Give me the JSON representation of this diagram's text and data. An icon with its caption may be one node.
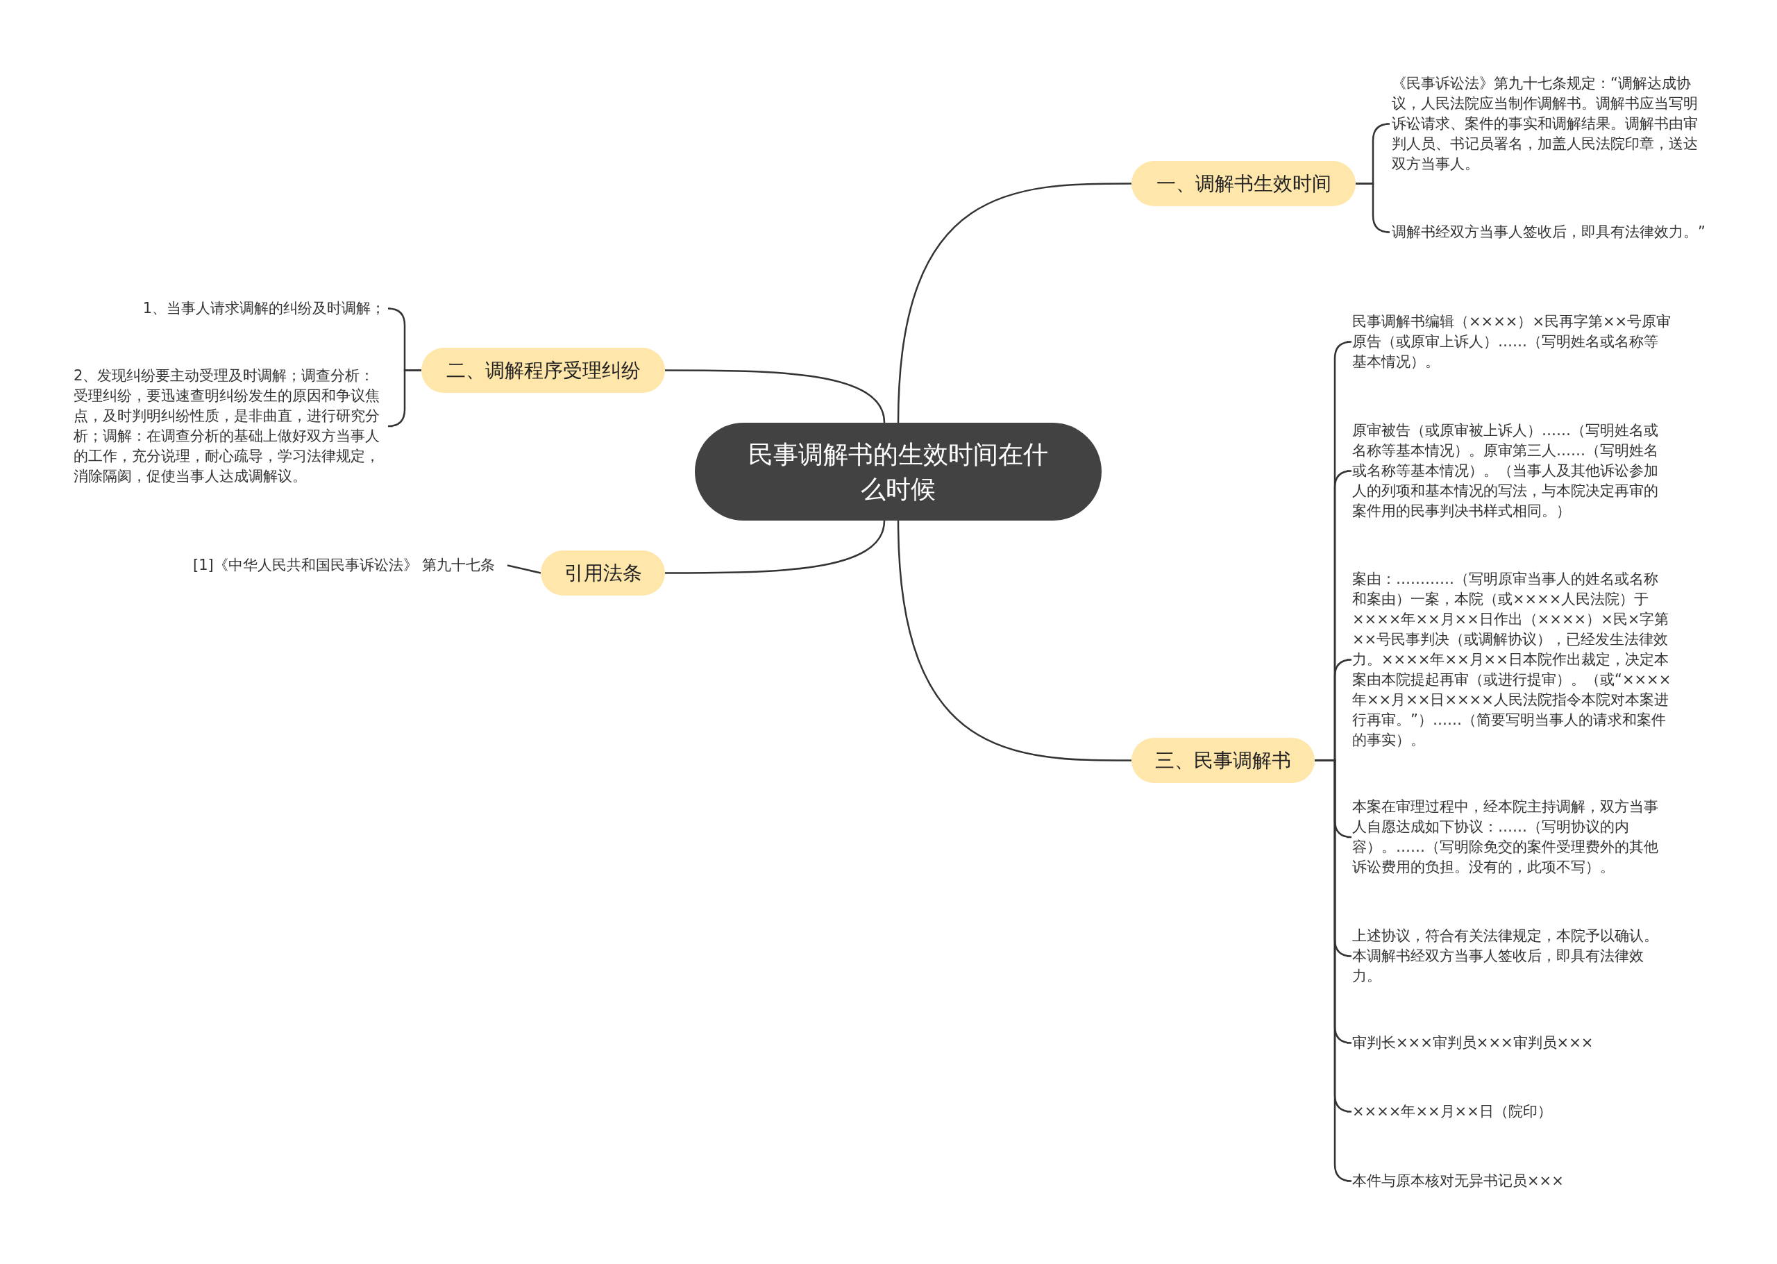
{
  "diagram": {
    "nodes": [
      {
        "text": [
          "民事调解书的生效时间在什么时候"
        ]
      },
      {
        "text": [
          "一、调解书生效时间"
        ]
      },
      {
        "text": [
          "《民事诉讼法》第九十七条规定：“调解达成协议，人民法院应当制作调解书。调解书应当写明诉讼请求、案件的事实和调解结果。调解书由审判人员、书记员署名，加盖人民法院印章，送达双方当事人。"
        ]
      },
      {
        "text": [
          "调解书经双方当事人签收后，即具有法律效力。”"
        ]
      },
      {
        "text": [
          "二、调解程序受理纠纷"
        ]
      },
      {
        "text": [
          "1、当事人请求调解的纠纷及时调解；"
        ]
      },
      {
        "text": [
          "2、发现纠纷要主动受理及时调解；调查分析：受理纠纷，要迅速查明纠纷发生的原因和争议焦点，及时判明纠纷性质，是非曲直，进行研究分析；调解：在调查分析的基础上做好双方当事人的工作，充分说理，耐心疏导，学习法律规定，消除隔阂，促使当事人达成调解议。"
        ]
      },
      {
        "text": [
          "引用法条"
        ]
      },
      {
        "text": [
          "[1]《中华人民共和国民事诉讼法》 第九十七条"
        ]
      },
      {
        "text": [
          "三、民事调解书"
        ]
      },
      {
        "text": [
          "民事调解书编辑（××××）×民再字第××号原审原告（或原审上诉人）……（写明姓名或名称等基本情况）。"
        ]
      },
      {
        "text": [
          "原审被告（或原审被上诉人）……（写明姓名或名称等基本情况）。原审第三人……（写明姓名或名称等基本情况）。（当事人及其他诉讼参加人的列项和基本情况的写法，与本院决定再审的案件用的民事判决书样式相同。）"
        ]
      },
      {
        "text": [
          "案由：…………（写明原审当事人的姓名或名称和案由）一案，本院（或××××人民法院）于××××年××月××日作出（××××）×民×字第××号民事判决（或调解协议），已经发生法律效力。××××年××月××日本院作出裁定，决定本案由本院提起再审（或进行提审）。（或“××××年××月××日××××人民法院指令本院对本案进行再审。”）……（简要写明当事人的请求和案件的事实）。"
        ]
      },
      {
        "text": [
          "本案在审理过程中，经本院主持调解，双方当事人自愿达成如下协议：……（写明协议的内容）。……（写明除免交的案件受理费外的其他诉讼费用的负担。没有的，此项不写）。"
        ]
      },
      {
        "text": [
          "上述协议，符合有关法律规定，本院予以确认。本调解书经双方当事人签收后，即具有法律效力。"
        ]
      },
      {
        "text": [
          "审判长×××审判员×××审判员×××"
        ]
      },
      {
        "text": [
          "××××年××月××日（院印）"
        ]
      },
      {
        "text": [
          "本件与原本核对无异书记员×××"
        ]
      }
    ],
    "edges": [
      {
        "from": 0,
        "to": 1,
        "arrow": "none"
      },
      {
        "from": 1,
        "to": 2,
        "arrow": "none"
      },
      {
        "from": 1,
        "to": 3,
        "arrow": "none"
      },
      {
        "from": 0,
        "to": 4,
        "arrow": "none"
      },
      {
        "from": 4,
        "to": 5,
        "arrow": "none"
      },
      {
        "from": 4,
        "to": 6,
        "arrow": "none"
      },
      {
        "from": 0,
        "to": 7,
        "arrow": "none"
      },
      {
        "from": 7,
        "to": 8,
        "arrow": "none"
      },
      {
        "from": 0,
        "to": 9,
        "arrow": "none"
      },
      {
        "from": 9,
        "to": 10,
        "arrow": "none"
      },
      {
        "from": 9,
        "to": 11,
        "arrow": "none"
      },
      {
        "from": 9,
        "to": 12,
        "arrow": "none"
      },
      {
        "from": 9,
        "to": 13,
        "arrow": "none"
      },
      {
        "from": 9,
        "to": 14,
        "arrow": "none"
      },
      {
        "from": 9,
        "to": 15,
        "arrow": "none"
      },
      {
        "from": 9,
        "to": 16,
        "arrow": "none"
      },
      {
        "from": 9,
        "to": 17,
        "arrow": "none"
      }
    ]
  }
}
